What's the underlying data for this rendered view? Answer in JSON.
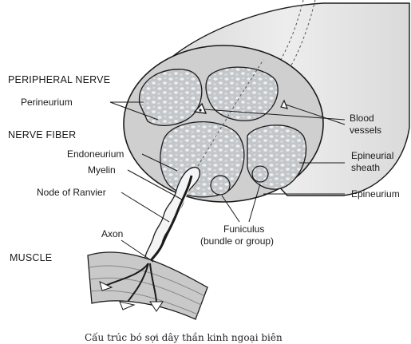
{
  "headings": {
    "peripheral_nerve": "PERIPHERAL NERVE",
    "nerve_fiber": "NERVE FIBER",
    "muscle": "MUSCLE"
  },
  "labels": {
    "perineurium": "Perineurium",
    "endoneurium": "Endoneurium",
    "myelin": "Myelin",
    "node_of_ranvier": "Node of Ranvier",
    "axon": "Axon",
    "blood_vessels_line1": "Blood",
    "blood_vessels_line2": "vessels",
    "epineurial_sheath_line1": "Epineurial",
    "epineurial_sheath_line2": "sheath",
    "epineurium": "Epineurium",
    "funiculus_line1": "Funiculus",
    "funiculus_line2": "(bundle or group)"
  },
  "caption": "Cấu trúc bó sợi dây thần kinh ngoại biên",
  "colors": {
    "outer_nerve": "#e6e6e6",
    "cross_section": "#cfcfcf",
    "fascicle": "#b9bcbf",
    "line": "#1a1a1a"
  }
}
